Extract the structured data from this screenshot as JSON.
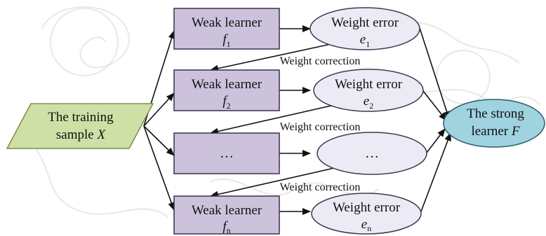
{
  "input": {
    "line1": "The training",
    "line2_prefix": "sample",
    "line2_var": "X"
  },
  "learners": [
    {
      "line1": "Weak learner",
      "symbol": "f",
      "sub": "1",
      "error_label": "Weight error",
      "error_symbol": "e",
      "error_sub": "1"
    },
    {
      "line1": "Weak learner",
      "symbol": "f",
      "sub": "2",
      "error_label": "Weight error",
      "error_symbol": "e",
      "error_sub": "2"
    },
    {
      "line1": "…",
      "symbol": "",
      "sub": "",
      "error_label": "…",
      "error_symbol": "",
      "error_sub": ""
    },
    {
      "line1": "Weak learner",
      "symbol": "f",
      "sub": "n",
      "error_label": "Weight error",
      "error_symbol": "e",
      "error_sub": "n"
    }
  ],
  "corrections": [
    "Weight correction",
    "Weight correction",
    "Weight correction"
  ],
  "output": {
    "line1": "The strong",
    "line2_prefix": "learner",
    "line2_var": "F"
  },
  "colors": {
    "input_fill": "#cfe0a6",
    "input_stroke": "#7a8f4a",
    "learner_fill": "#cdc2dc",
    "learner_stroke": "#3a3050",
    "error_fill": "#ecebf5",
    "error_stroke": "#3a3a50",
    "output_fill": "#9fd3e0",
    "output_stroke": "#2c5d6b",
    "arrow": "#111111",
    "watermark": "#d9d9d9"
  }
}
